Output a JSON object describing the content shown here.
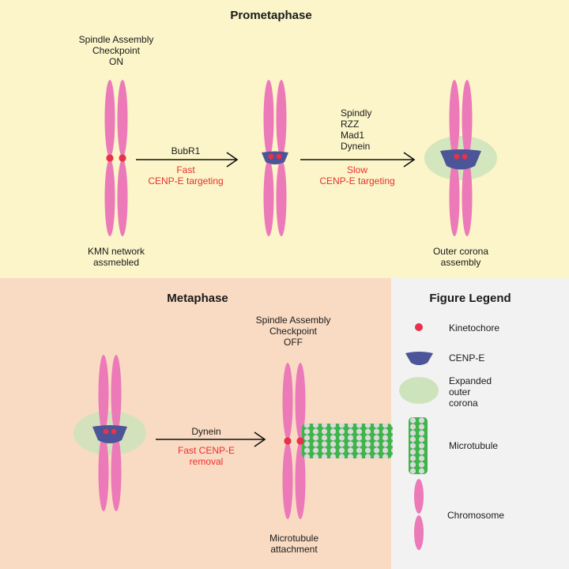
{
  "colors": {
    "prometaphase_bg": "#fbf5c9",
    "metaphase_bg": "#f9dbc3",
    "legend_bg": "#f2f2f2",
    "chromosome": "#ec79b8",
    "kinetochore": "#e8314a",
    "cenpe": "#4b5597",
    "corona": "#cde3bb",
    "microtubule_green": "#3fb44a",
    "microtubule_grey": "#d9d9d9",
    "red_text": "#e8312f"
  },
  "prometaphase": {
    "title": "Prometaphase",
    "sac_on": [
      "Spindle Assembly",
      "Checkpoint",
      "ON"
    ],
    "kmn": [
      "KMN network",
      "assmebled"
    ],
    "step1": {
      "factor": "BubR1",
      "effect": [
        "Fast",
        "CENP-E targeting"
      ]
    },
    "step2": {
      "factors": [
        "Spindly",
        "RZZ",
        "Mad1",
        "Dynein"
      ],
      "effect": [
        "Slow",
        "CENP-E targeting"
      ]
    },
    "outer_corona": [
      "Outer corona",
      "assembly"
    ]
  },
  "metaphase": {
    "title": "Metaphase",
    "sac_off": [
      "Spindle Assembly",
      "Checkpoint",
      "OFF"
    ],
    "step": {
      "factor": "Dynein",
      "effect": [
        "Fast CENP-E",
        "removal"
      ]
    },
    "attachment": [
      "Microtubule",
      "attachment"
    ]
  },
  "legend": {
    "title": "Figure Legend",
    "kinetochore": "Kinetochore",
    "cenpe": "CENP-E",
    "corona": [
      "Expanded",
      "outer",
      "corona"
    ],
    "microtubule": "Microtubule",
    "chromosome": "Chromosome"
  }
}
